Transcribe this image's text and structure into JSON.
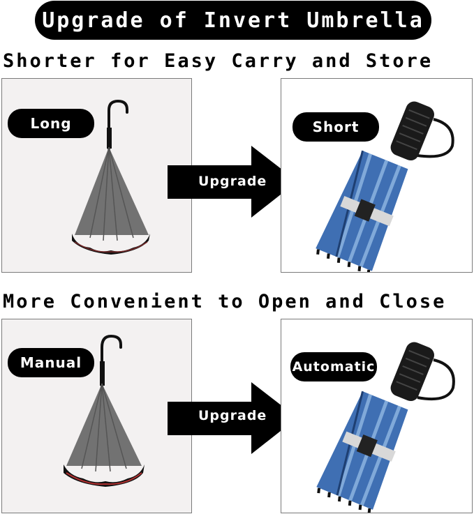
{
  "banner": {
    "title": "Upgrade of Invert Umbrella"
  },
  "sections": [
    {
      "heading": "Shorter for Easy Carry and Store",
      "left_label": "Long",
      "arrow_label": "Upgrade",
      "right_label": "Short"
    },
    {
      "heading": "More Convenient to Open and Close",
      "left_label": "Manual",
      "arrow_label": "Upgrade",
      "right_label": "Automatic"
    }
  ],
  "colors": {
    "banner_bg": "#000000",
    "canopy_gray": "#6e6e6e",
    "folded_blue": "#3f6fb3",
    "panel_left_bg": "#f3f1f1"
  },
  "icons": [
    "long-umbrella-icon",
    "folded-umbrella-icon",
    "right-arrow-icon"
  ]
}
